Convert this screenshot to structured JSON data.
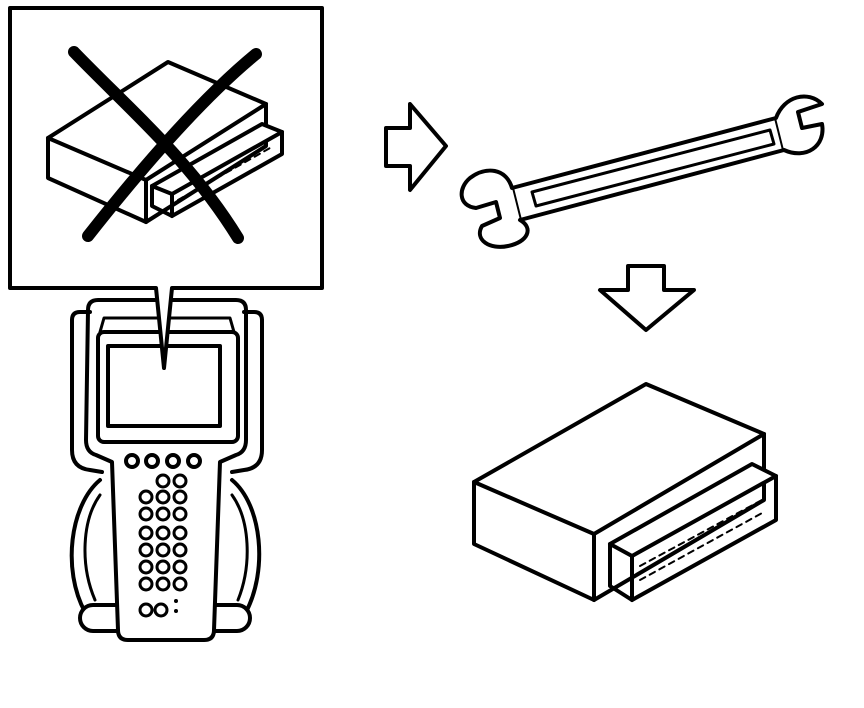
{
  "diagram": {
    "steps": [
      {
        "id": "scan-tool-faulty-module",
        "icon": "ecu-module-crossed-icon",
        "status": "faulty"
      },
      {
        "id": "replace",
        "icon": "wrench-icon"
      },
      {
        "id": "new-module",
        "icon": "ecu-module-icon"
      }
    ],
    "arrows": [
      {
        "direction": "right"
      },
      {
        "direction": "down"
      }
    ],
    "colors": {
      "line": "#000000",
      "background": "#ffffff"
    }
  }
}
